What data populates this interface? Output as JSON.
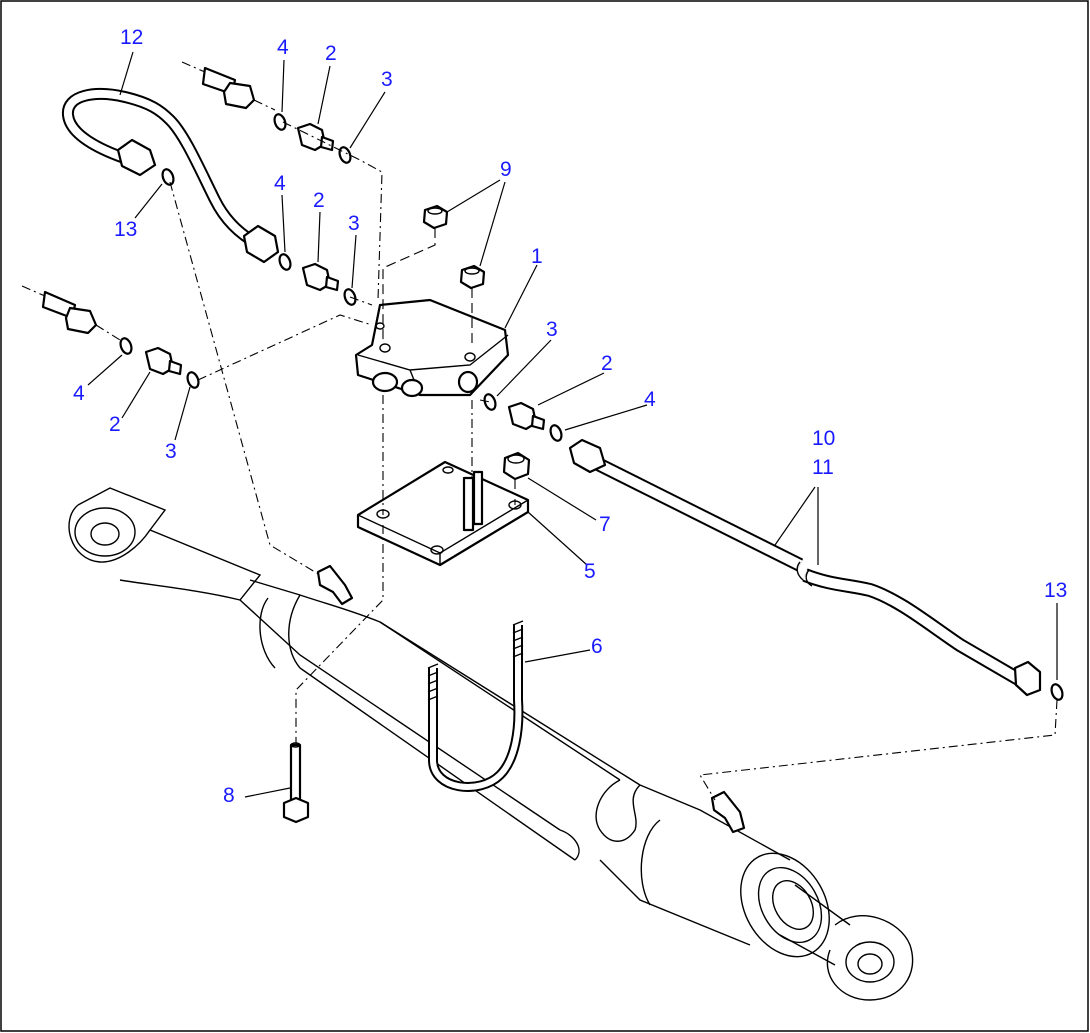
{
  "callouts": [
    {
      "id": "c1",
      "label": "1"
    },
    {
      "id": "c2a",
      "label": "2"
    },
    {
      "id": "c2b",
      "label": "2"
    },
    {
      "id": "c2c",
      "label": "2"
    },
    {
      "id": "c2d",
      "label": "2"
    },
    {
      "id": "c3a",
      "label": "3"
    },
    {
      "id": "c3b",
      "label": "3"
    },
    {
      "id": "c3c",
      "label": "3"
    },
    {
      "id": "c3d",
      "label": "3"
    },
    {
      "id": "c4a",
      "label": "4"
    },
    {
      "id": "c4b",
      "label": "4"
    },
    {
      "id": "c4c",
      "label": "4"
    },
    {
      "id": "c4d",
      "label": "4"
    },
    {
      "id": "c5",
      "label": "5"
    },
    {
      "id": "c6",
      "label": "6"
    },
    {
      "id": "c7",
      "label": "7"
    },
    {
      "id": "c8",
      "label": "8"
    },
    {
      "id": "c9",
      "label": "9"
    },
    {
      "id": "c10",
      "label": "10"
    },
    {
      "id": "c11",
      "label": "11"
    },
    {
      "id": "c12",
      "label": "12"
    },
    {
      "id": "c13a",
      "label": "13"
    },
    {
      "id": "c13b",
      "label": "13"
    }
  ],
  "colors": {
    "callout": "#1a1aff",
    "line": "#000000",
    "background": "#ffffff"
  }
}
